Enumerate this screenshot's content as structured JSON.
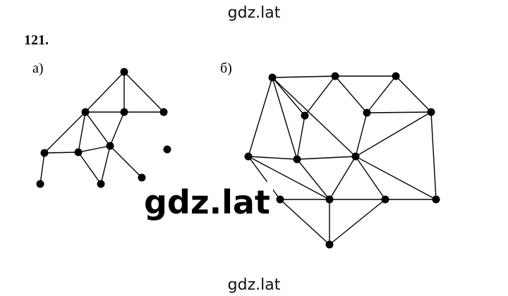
{
  "watermark": {
    "top": "gdz.lat",
    "center": "gdz.lat",
    "bottom": "gdz.lat"
  },
  "problem": {
    "number": "121."
  },
  "graphs": {
    "a": {
      "label": "а)"
    },
    "b": {
      "label": "б)"
    }
  },
  "colors": {
    "ink": "#000000",
    "background": "#ffffff"
  }
}
